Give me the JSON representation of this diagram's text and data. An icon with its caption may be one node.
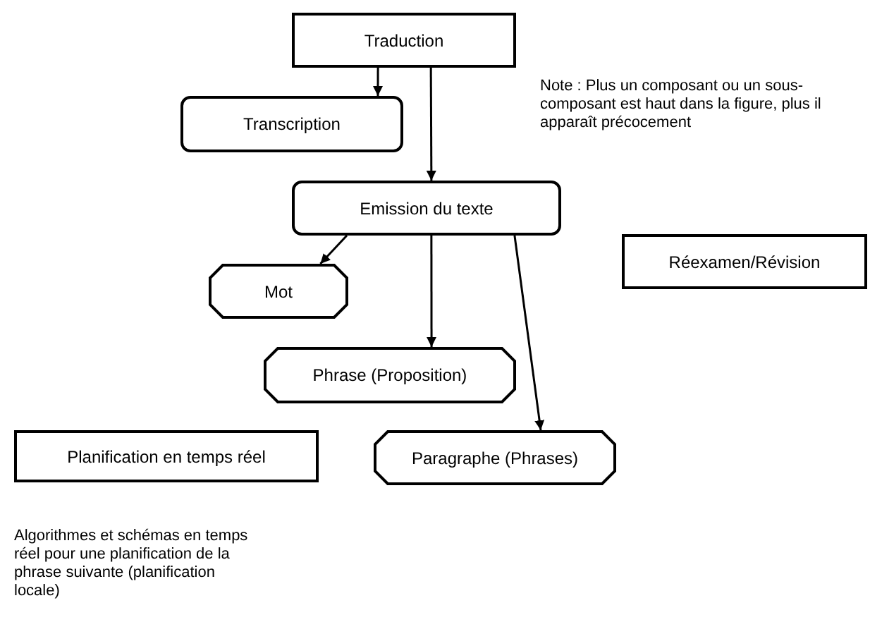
{
  "diagram": {
    "nodes": [
      {
        "text": [
          "Traduction"
        ]
      },
      {
        "text": [
          "Transcription"
        ]
      },
      {
        "text": [
          "Emission du texte"
        ]
      },
      {
        "text": [
          "Mot"
        ]
      },
      {
        "text": [
          "Phrase (Proposition)"
        ]
      },
      {
        "text": [
          "Paragraphe (Phrases)"
        ]
      },
      {
        "text": [
          "Réexamen/Révision"
        ]
      },
      {
        "text": [
          "Planification en temps réel"
        ]
      }
    ],
    "edges": [
      {
        "from": 0,
        "to": 1,
        "arrow": "to"
      },
      {
        "from": 0,
        "to": 2,
        "arrow": "to"
      },
      {
        "from": 2,
        "to": 3,
        "arrow": "to"
      },
      {
        "from": 2,
        "to": 4,
        "arrow": "to"
      },
      {
        "from": 2,
        "to": 5,
        "arrow": "to"
      }
    ],
    "labels": [
      "Note : Plus un composant ou un sous-composant est haut dans la figure, plus il apparaît précocement",
      "Algorithmes et schémas en temps réel pour une planification de la phrase suivante (planification locale)"
    ]
  }
}
